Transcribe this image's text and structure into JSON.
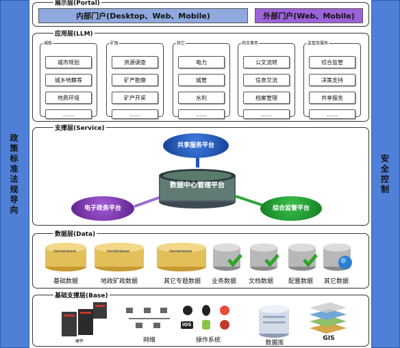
{
  "left_sidebar": {
    "label": "政策标准法规导向"
  },
  "right_sidebar": {
    "label": "安全控制"
  },
  "portal": {
    "title": "展示层(Portal)",
    "internal": "内部门户(Desktop、Web、Mobile)",
    "external": "外部门户(Web、Mobile)"
  },
  "app": {
    "title": "应用层(LLM)",
    "columns": [
      {
        "title": "城政",
        "items": [
          "城市规划",
          "城乡地籍等",
          "地质环境",
          "……"
        ]
      },
      {
        "title": "矿政",
        "items": [
          "资源调查",
          "矿产勘察",
          "矿产开采",
          "……"
        ]
      },
      {
        "title": "其它",
        "items": [
          "电力",
          "城管",
          "水利",
          "……"
        ]
      },
      {
        "title": "综合事务",
        "items": [
          "公文流转",
          "信息交流",
          "档案管理",
          "……"
        ]
      },
      {
        "title": "监管及服务",
        "items": [
          "综合监管",
          "决策支持",
          "共享服务",
          "……"
        ]
      }
    ]
  },
  "service": {
    "title": "支撑层(Service)",
    "center": "数据中心管理平台",
    "top": "共享服务平台",
    "left": "电子政务平台",
    "right": "综合监管平台"
  },
  "data": {
    "title": "数据层(Data)",
    "geodatabase_label": "Geodatabase",
    "items": [
      "基础数据",
      "地政矿政数据",
      "其它专题数据",
      "业务数据",
      "文档数据",
      "配置数据",
      "其它数据"
    ]
  },
  "base": {
    "title": "基础支撑层(Base)",
    "hardware": "硬件",
    "network": "网络",
    "os": "操作系统",
    "os_ios": "iOS",
    "database": "数据库",
    "gis": "GIS"
  },
  "colors": {
    "sidebar": "#4f7fd6",
    "internal_portal": "#8fa9df",
    "external_portal": "#9c63d8",
    "blue_bubble": "#1f56b8",
    "purple_bubble": "#7a32b0",
    "green_bubble": "#1d9b2e"
  }
}
